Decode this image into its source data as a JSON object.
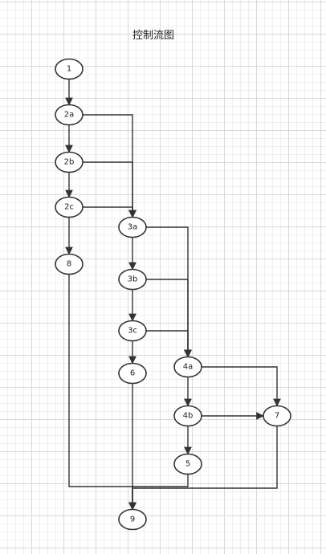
{
  "title": "控制流图",
  "colors": {
    "stroke": "#333333",
    "node_fill": "#ffffff",
    "text": "#222222",
    "grid_major": "#d9d9d9",
    "grid_minor": "#efefef"
  },
  "nodes": [
    {
      "id": "1",
      "label": "1"
    },
    {
      "id": "2a",
      "label": "2a"
    },
    {
      "id": "2b",
      "label": "2b"
    },
    {
      "id": "2c",
      "label": "2c"
    },
    {
      "id": "8",
      "label": "8"
    },
    {
      "id": "3a",
      "label": "3a"
    },
    {
      "id": "3b",
      "label": "3b"
    },
    {
      "id": "3c",
      "label": "3c"
    },
    {
      "id": "6",
      "label": "6"
    },
    {
      "id": "4a",
      "label": "4a"
    },
    {
      "id": "4b",
      "label": "4b"
    },
    {
      "id": "7",
      "label": "7"
    },
    {
      "id": "5",
      "label": "5"
    },
    {
      "id": "9",
      "label": "9"
    }
  ],
  "edges": [
    {
      "from": "1",
      "to": "2a"
    },
    {
      "from": "2a",
      "to": "2b"
    },
    {
      "from": "2a",
      "to": "3a"
    },
    {
      "from": "2b",
      "to": "2c"
    },
    {
      "from": "2b",
      "to": "3a"
    },
    {
      "from": "2c",
      "to": "8"
    },
    {
      "from": "2c",
      "to": "3a"
    },
    {
      "from": "3a",
      "to": "3b"
    },
    {
      "from": "3a",
      "to": "4a"
    },
    {
      "from": "3b",
      "to": "3c"
    },
    {
      "from": "3b",
      "to": "4a"
    },
    {
      "from": "3c",
      "to": "6"
    },
    {
      "from": "3c",
      "to": "4a"
    },
    {
      "from": "4a",
      "to": "4b"
    },
    {
      "from": "4a",
      "to": "7"
    },
    {
      "from": "4b",
      "to": "5"
    },
    {
      "from": "4b",
      "to": "7"
    },
    {
      "from": "8",
      "to": "9"
    },
    {
      "from": "6",
      "to": "9"
    },
    {
      "from": "5",
      "to": "9"
    },
    {
      "from": "7",
      "to": "9"
    }
  ]
}
